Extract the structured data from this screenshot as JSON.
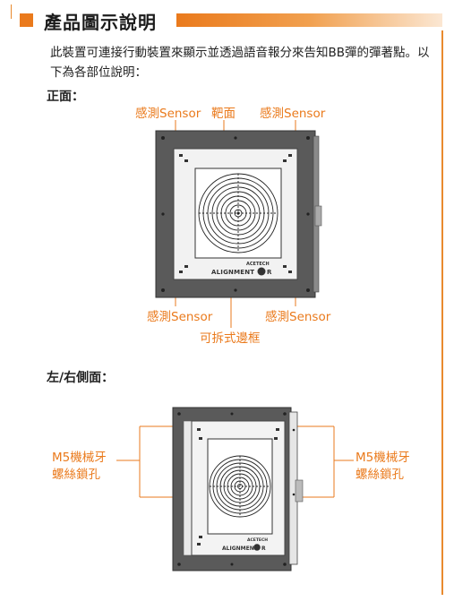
{
  "header": {
    "title": "產品圖示說明"
  },
  "intro": "此裝置可連接行動裝置來顯示並透過語音報分來告知BB彈的彈著點。以下為各部位說明：",
  "front": {
    "heading": "正面：",
    "labels": {
      "sensor_top_left": "感測Sensor",
      "target": "靶面",
      "sensor_top_right": "感測Sensor",
      "sensor_bottom_left": "感測Sensor",
      "sensor_bottom_right": "感測Sensor",
      "frame": "可拆式邊框"
    }
  },
  "side": {
    "heading": "左/右側面：",
    "labels": {
      "left_line1": "M5機械牙",
      "left_line2": "螺絲鎖孔",
      "right_line1": "M5機械牙",
      "right_line2": "螺絲鎖孔"
    }
  },
  "device": {
    "brand": "ACETECH",
    "product": "ALIGNMENT",
    "product_suffix": "R"
  },
  "colors": {
    "accent": "#ea7a1c",
    "frame": "#555555",
    "text": "#222222"
  }
}
